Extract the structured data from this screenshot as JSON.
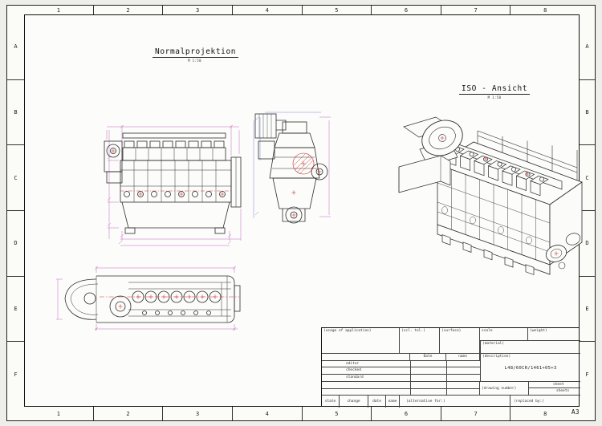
{
  "sheet": {
    "format": "A3",
    "grid_columns": [
      "1",
      "2",
      "3",
      "4",
      "5",
      "6",
      "7",
      "8"
    ],
    "grid_rows": [
      "A",
      "B",
      "C",
      "D",
      "E",
      "F"
    ]
  },
  "annotations": {
    "normal_projection_title": "Normalprojektion",
    "normal_projection_scale": "M 1:50",
    "iso_view_title": "ISO - Ansicht",
    "iso_view_scale": "M 1:50"
  },
  "title_block": {
    "usage_of_application": "(usage of application)",
    "general_tolerance": "(scl. tol.)",
    "surface": "(surface)",
    "scale_label": "scale",
    "weight_label": "(weight)",
    "material_label": "(material)",
    "date_header": "Date",
    "name_header": "name",
    "row_editor": "editor",
    "row_checked": "checked",
    "row_standard": "standard",
    "description_label": "(description)",
    "designation": "L48/60CR/1461+05+3",
    "drawing_number_label": "(drawing number)",
    "sheet_label": "sheet",
    "sheets_label": "sheets",
    "state_label": "state",
    "change_label": "change",
    "date_label": "date",
    "name_label": "name",
    "alternative_for_label": "(alternative for:)",
    "replaced_by_label": "(replaced by:)"
  },
  "colors": {
    "outline": "#2b2b2b",
    "detail_red": "#cc2222",
    "dimension_magenta": "#c468c4",
    "dimension_blue": "#7b86d8",
    "paper": "#fcfcfa"
  }
}
